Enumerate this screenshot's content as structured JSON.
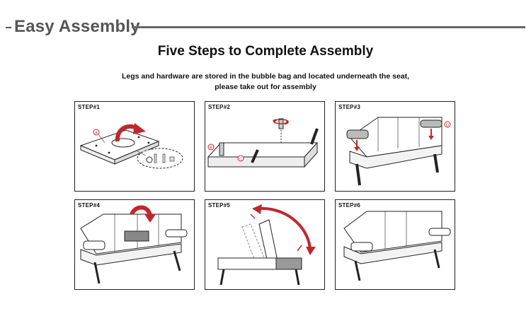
{
  "header": {
    "section_title": "Easy Assembly"
  },
  "main_title": "Five Steps to Complete Assembly",
  "subtitle": {
    "line1": "Legs and hardware are stored in the bubble bag and located underneath the seat,",
    "line2": "please take out for assembly"
  },
  "steps": [
    {
      "label": "STEP#1",
      "markers": [
        "A"
      ]
    },
    {
      "label": "STEP#2",
      "markers": [
        "B",
        "C"
      ]
    },
    {
      "label": "STEP#3",
      "markers": [
        "D"
      ]
    },
    {
      "label": "STEP#4"
    },
    {
      "label": "STEP#5"
    },
    {
      "label": "STEP#6"
    }
  ],
  "colors": {
    "accent": "#c0272d",
    "line": "#222222",
    "header_gray": "#555555"
  }
}
